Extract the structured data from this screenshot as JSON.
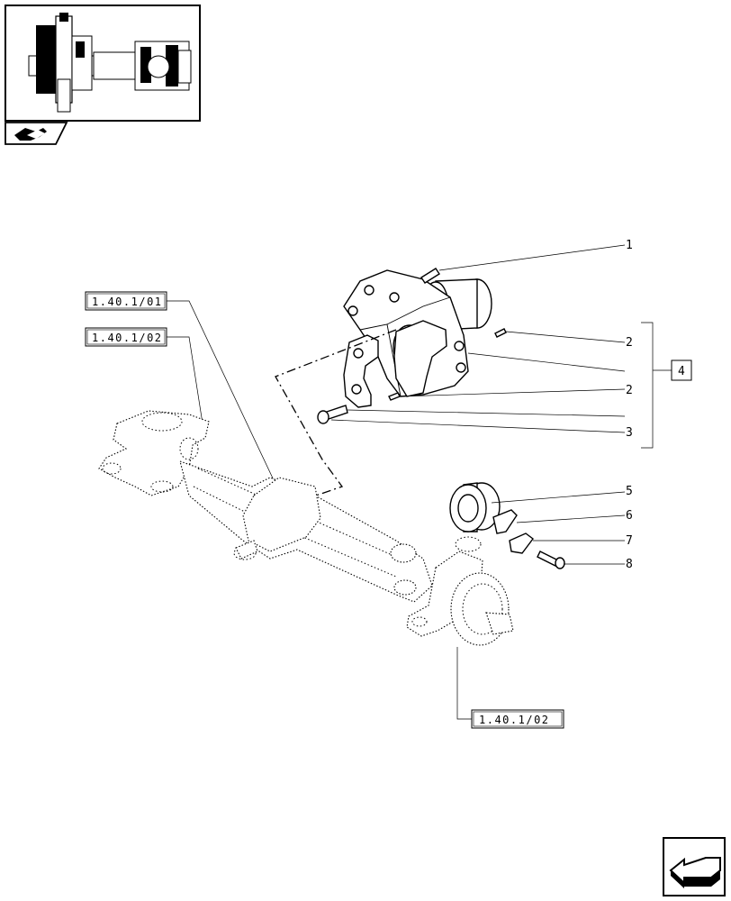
{
  "references": [
    {
      "label": "1.40.1/01"
    },
    {
      "label": "1.40.1/02"
    },
    {
      "label": "1.40.1/02"
    }
  ],
  "group_box": {
    "label": "4"
  },
  "callouts": [
    "1",
    "2",
    "2",
    "3",
    "5",
    "6",
    "7",
    "8"
  ],
  "icons": {
    "thumbnail": "axle-assembly-thumbnail",
    "tab": "vehicle-section-icon",
    "nav": "return-arrow-icon"
  }
}
